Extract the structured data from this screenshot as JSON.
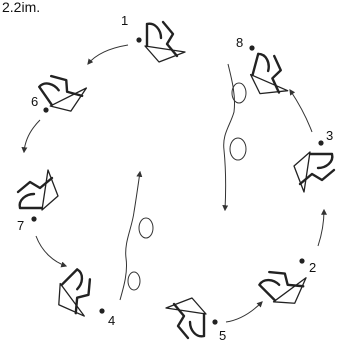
{
  "header_text": "2.2im.",
  "steps": [
    "1",
    "2",
    "3",
    "4",
    "5",
    "6",
    "7",
    "8"
  ]
}
